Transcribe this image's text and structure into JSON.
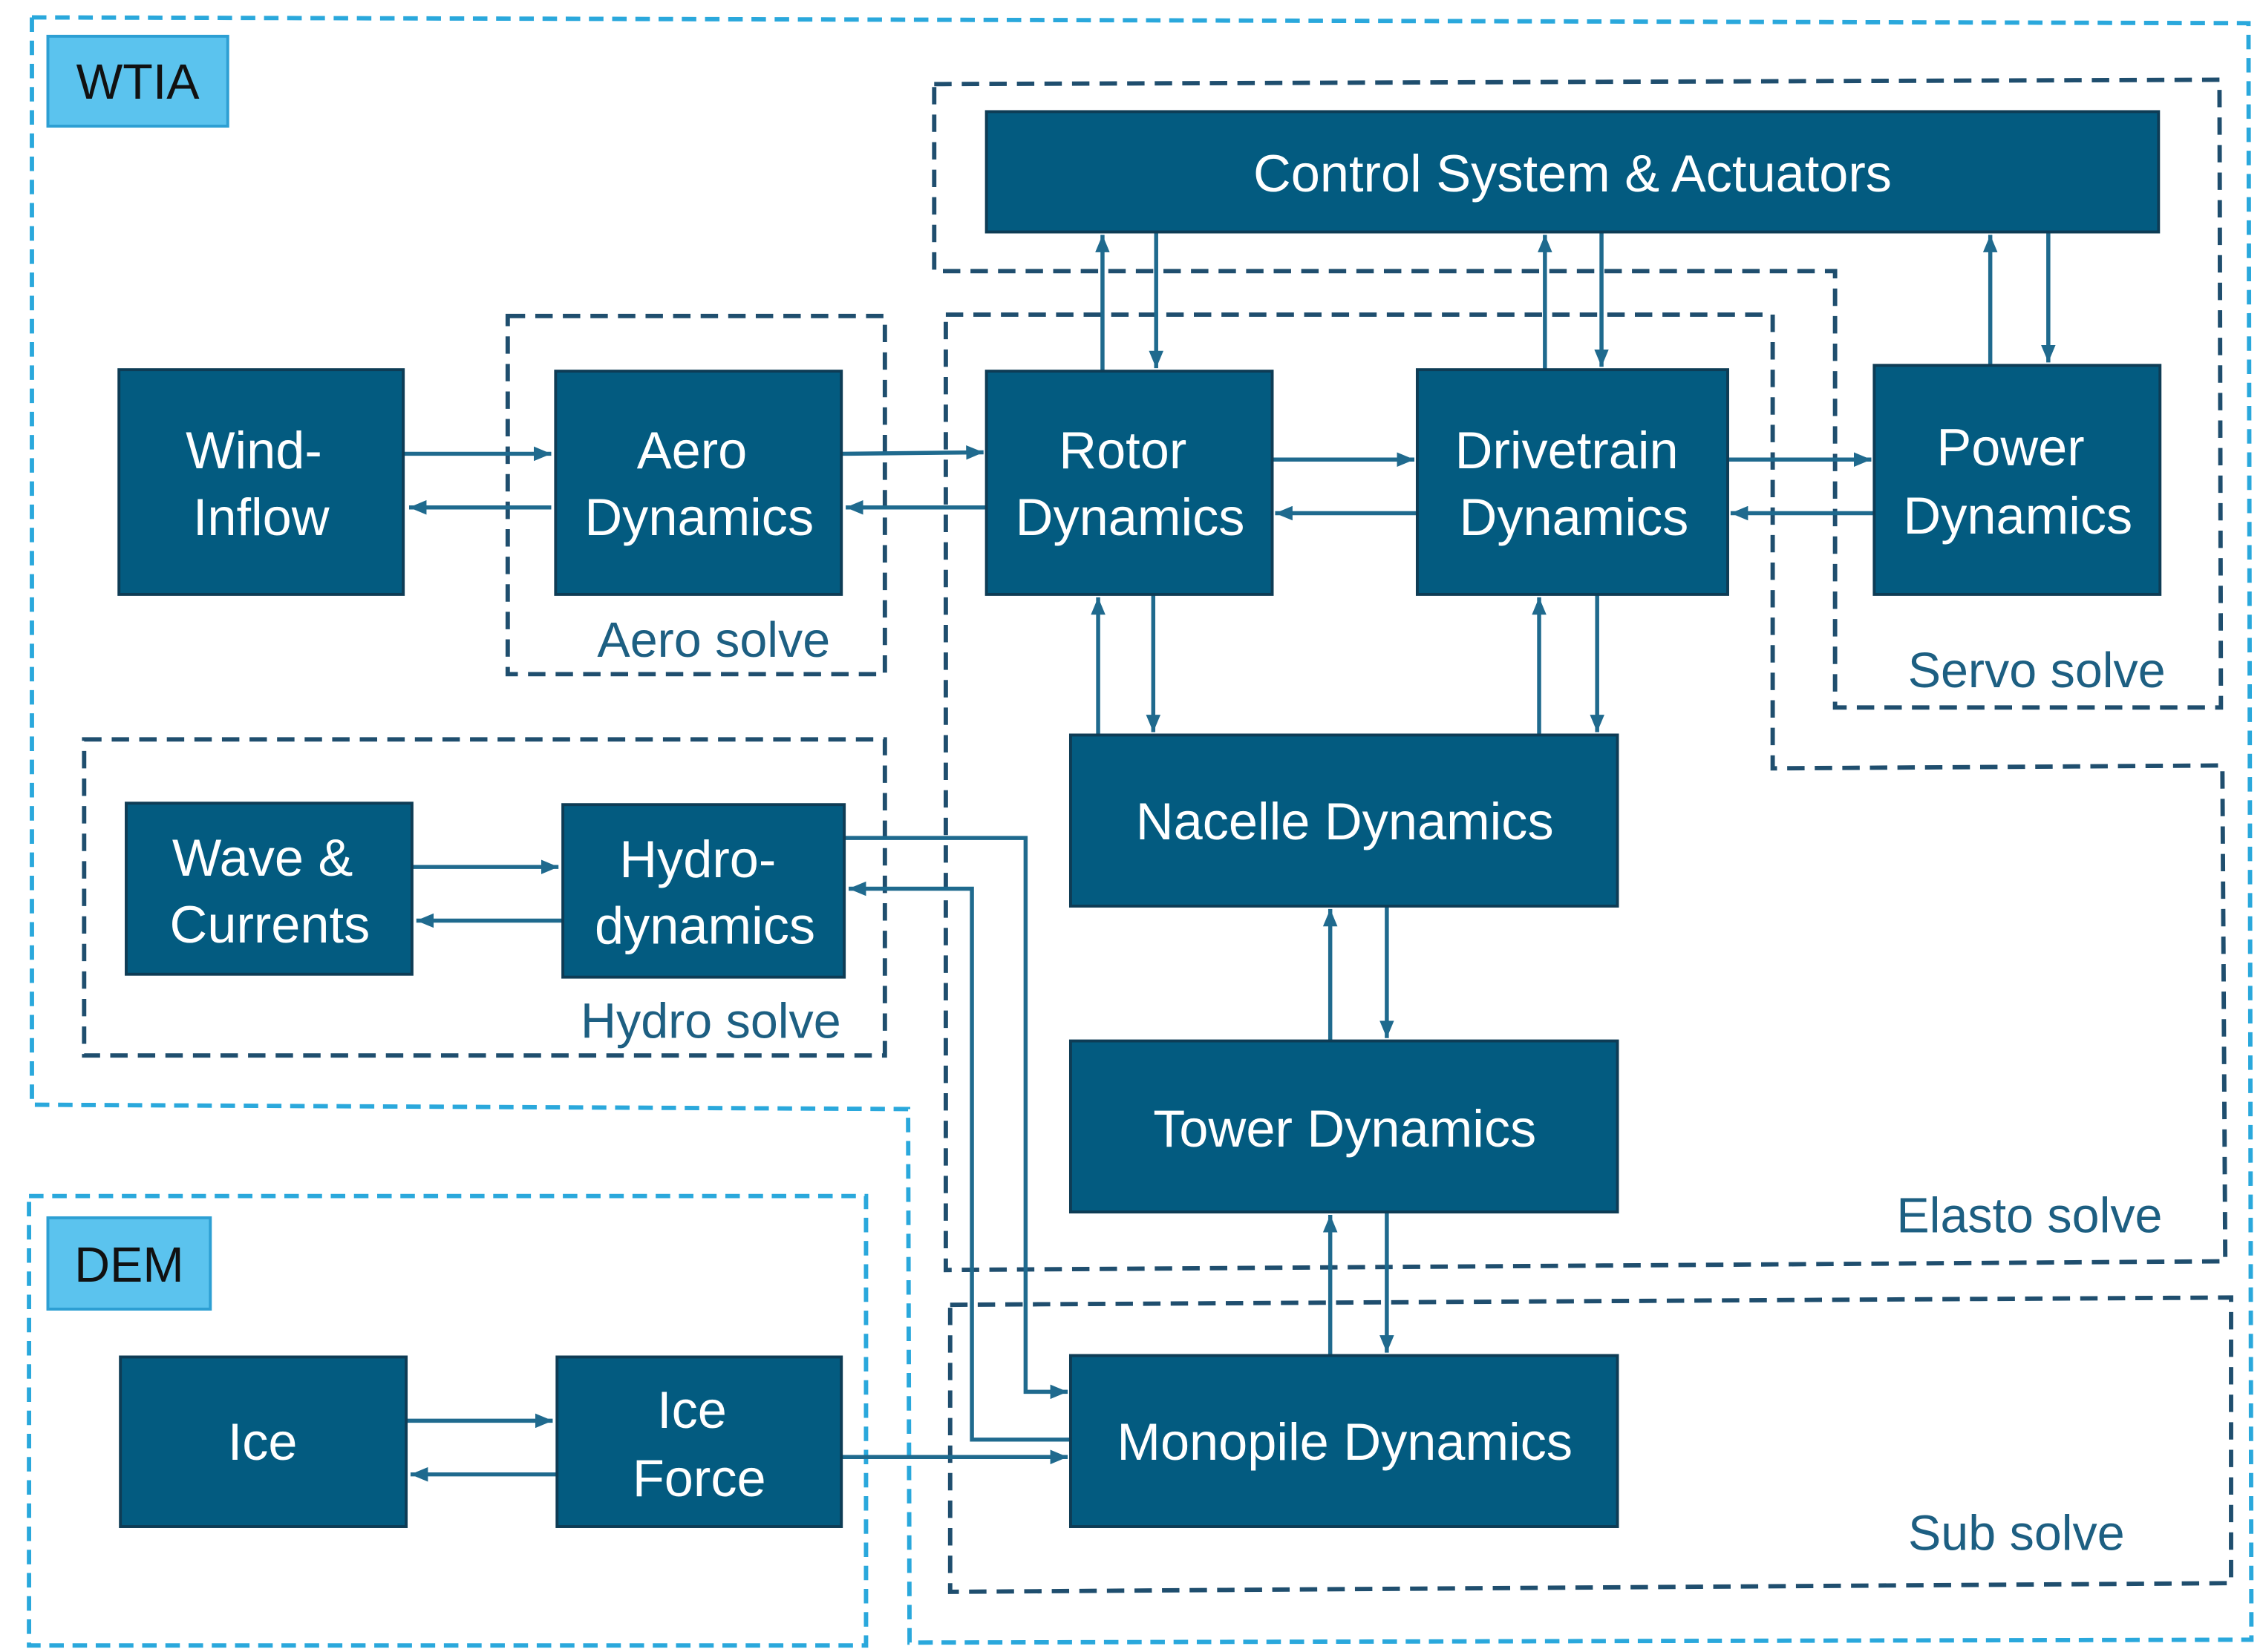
{
  "groups": {
    "wtia": "WTIA",
    "dem": "DEM"
  },
  "solves": {
    "servo": "Servo solve",
    "aero": "Aero solve",
    "elasto": "Elasto solve",
    "hydro": "Hydro solve",
    "sub": "Sub solve"
  },
  "blocks": {
    "control": [
      "Control System & Actuators"
    ],
    "wind_inflow": [
      "Wind-",
      "Inflow"
    ],
    "aero": [
      "Aero",
      "Dynamics"
    ],
    "rotor": [
      "Rotor",
      "Dynamics"
    ],
    "drivetrain": [
      "Drivetrain",
      "Dynamics"
    ],
    "power": [
      "Power",
      "Dynamics"
    ],
    "nacelle": [
      "Nacelle Dynamics"
    ],
    "wave_currents": [
      "Wave &",
      "Currents"
    ],
    "hydro": [
      "Hydro-",
      "dynamics"
    ],
    "tower": [
      "Tower Dynamics"
    ],
    "ice": [
      "Ice"
    ],
    "ice_force": [
      "Ice",
      "Force"
    ],
    "monopile": [
      "Monopile Dynamics"
    ]
  },
  "colors": {
    "block_fill": "#035b80",
    "block_border": "#0e3c55",
    "block_text": "#ffffff",
    "arrow": "#1f6a8e",
    "solve_boundary": "#1f4e6e",
    "solve_label": "#1d5f82",
    "group_boundary": "#2aa8dc",
    "group_label_fill": "#5bc3ee",
    "group_label_border": "#2d9fd3",
    "group_label_text": "#111111"
  }
}
